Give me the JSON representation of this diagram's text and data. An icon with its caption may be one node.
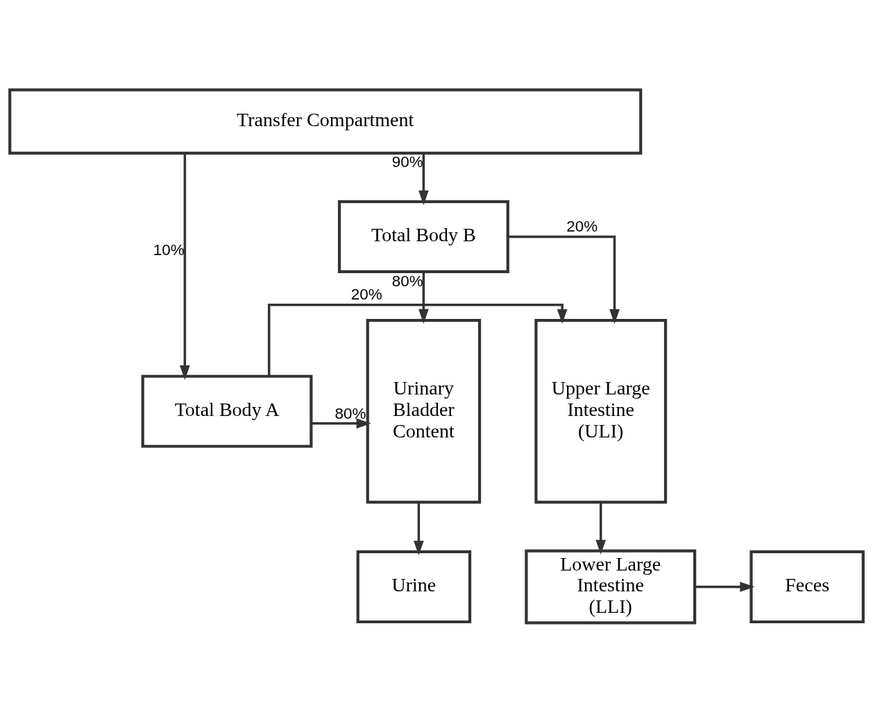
{
  "diagram": {
    "nodes": [
      {
        "text": [
          "Transfer Compartment"
        ]
      },
      {
        "text": [
          "Urinary Bladder Content"
        ]
      },
      {
        "text": [
          "Total Body A"
        ]
      },
      {
        "text": [
          "Upper Large Intestine (ULI)"
        ]
      },
      {
        "text": [
          "Total Body B"
        ]
      },
      {
        "text": [
          "Urine"
        ]
      },
      {
        "text": [
          "Feces"
        ]
      },
      {
        "text": [
          "Lower Large Intestine (LLI)"
        ]
      }
    ],
    "edges": [
      {
        "from": 0,
        "to": 2,
        "arrow": "to",
        "label": "10%"
      },
      {
        "from": 0,
        "to": 4,
        "arrow": "to",
        "label": "90%"
      },
      {
        "from": 2,
        "to": 1,
        "arrow": "to",
        "label": "80%"
      },
      {
        "from": 2,
        "to": 3,
        "arrow": "to",
        "label": "20%"
      },
      {
        "from": 4,
        "to": 3,
        "arrow": "to",
        "label": "20%"
      },
      {
        "from": 4,
        "to": 1,
        "arrow": "to",
        "label": "80%"
      },
      {
        "from": 1,
        "to": 5,
        "arrow": "to"
      },
      {
        "from": 3,
        "to": 7,
        "arrow": "to"
      },
      {
        "from": 7,
        "to": 6,
        "arrow": "to"
      }
    ]
  }
}
